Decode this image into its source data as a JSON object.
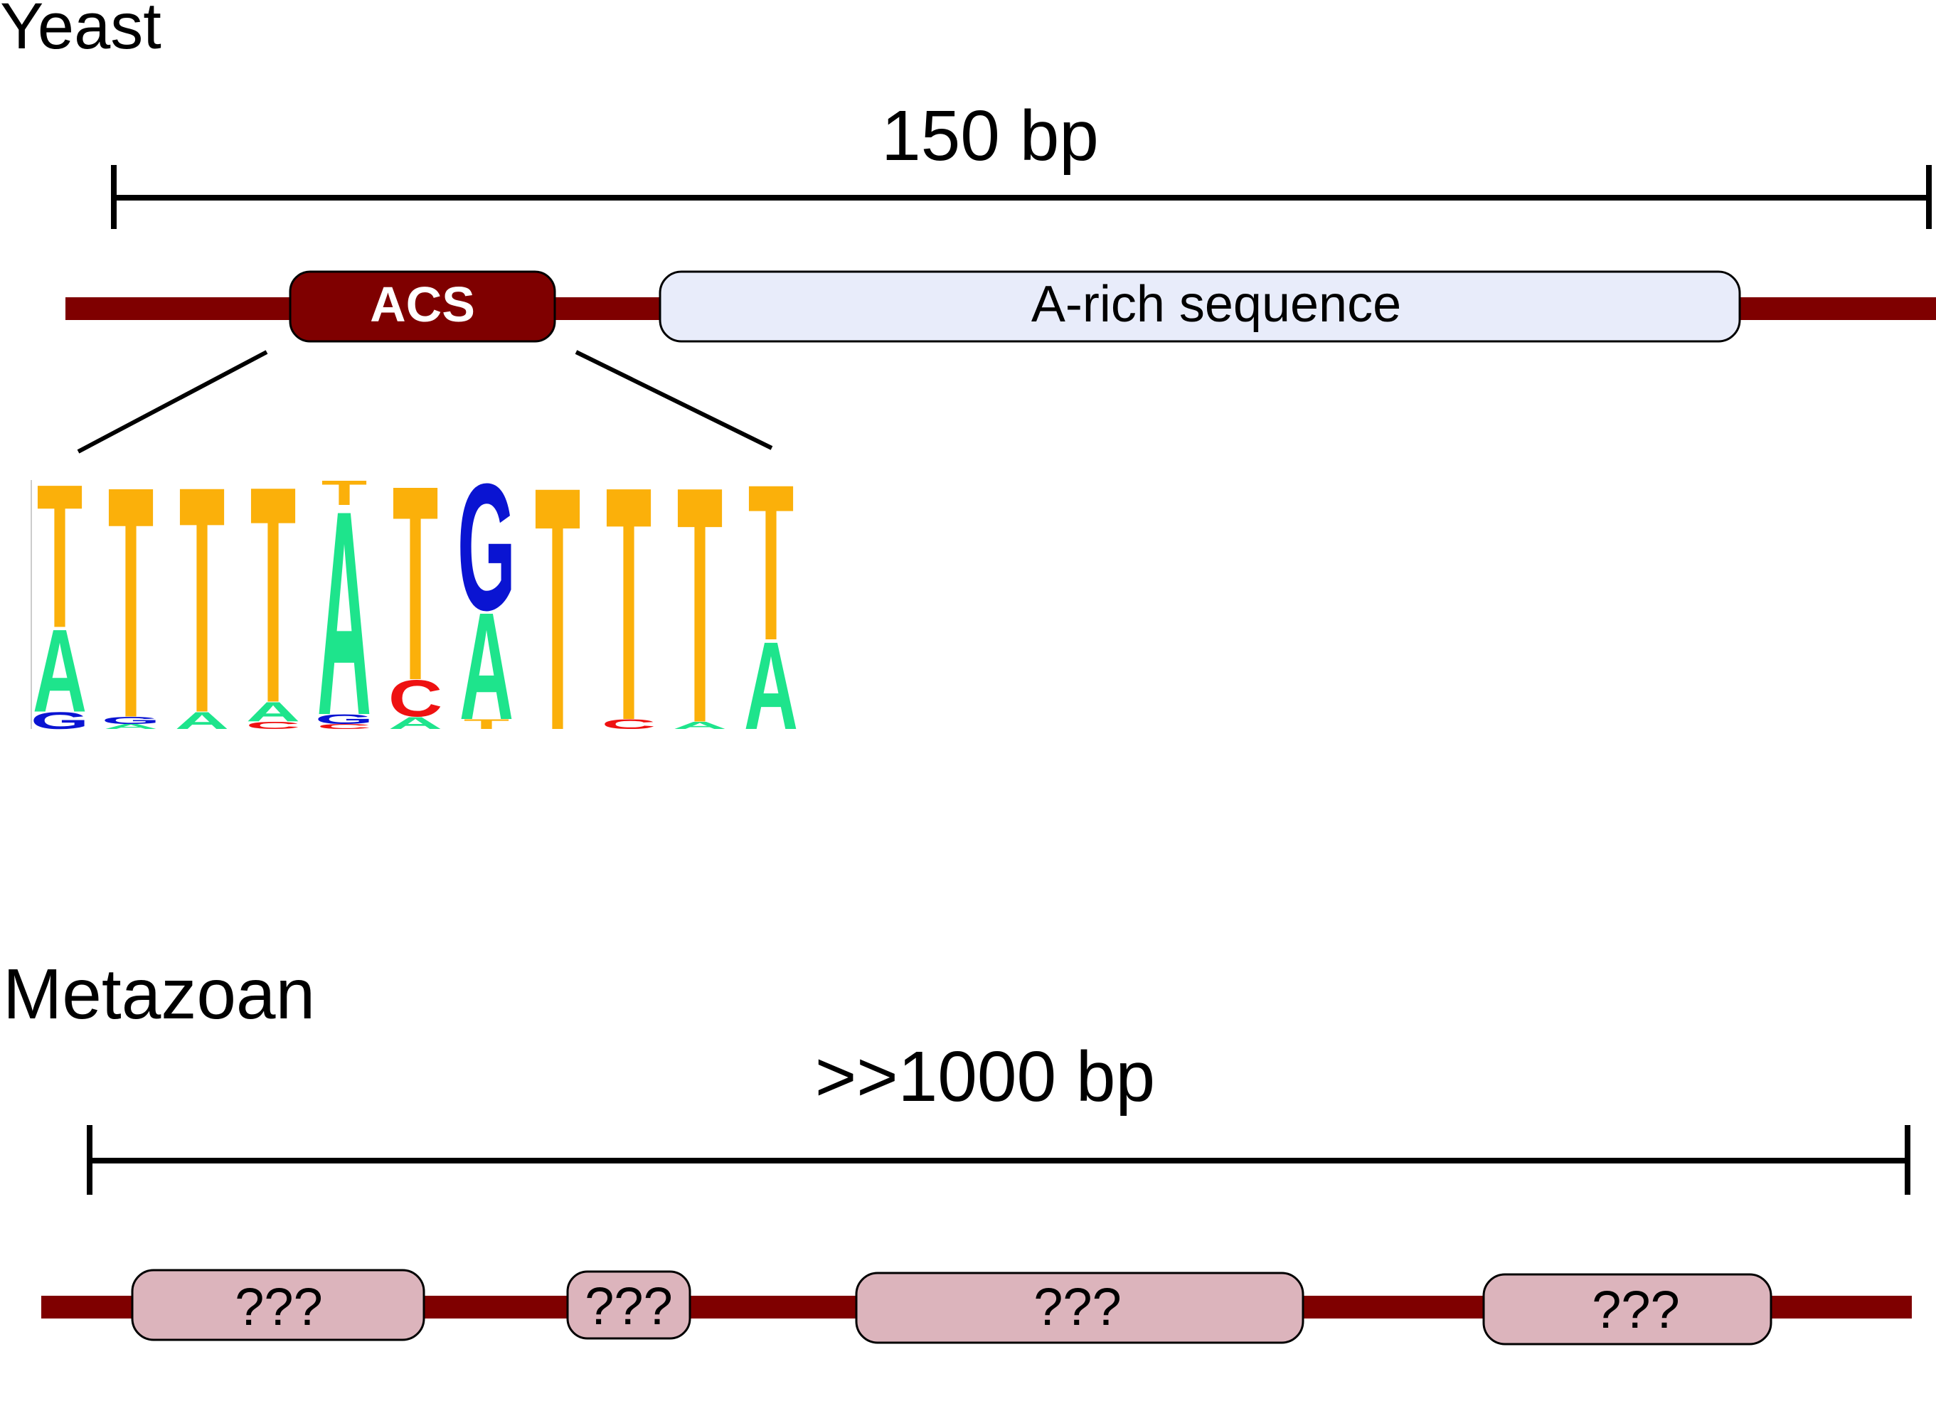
{
  "colors": {
    "dna_strand": "#7f0000",
    "acs_box": "#7f0000",
    "arich_box": "#e8ecfa",
    "unknown_box": "#dcb4bc",
    "line": "#000000",
    "base_A": "#1ee48c",
    "base_C": "#ee1111",
    "base_G": "#0a14d2",
    "base_T": "#fbb00a"
  },
  "yeast": {
    "title": "Yeast",
    "length_label": "150 bp",
    "acs_label": "ACS",
    "arich_label": "A-rich sequence"
  },
  "metazoan": {
    "title": "Metazoan",
    "length_label": ">>1000 bp",
    "unknown_labels": [
      "???",
      "???",
      "???",
      "???"
    ]
  },
  "sequence_logo": {
    "positions": [
      {
        "stack": [
          {
            "base": "G",
            "h": 0.07
          },
          {
            "base": "A",
            "h": 0.34
          },
          {
            "base": "T",
            "h": 0.59
          }
        ]
      },
      {
        "stack": [
          {
            "base": "A",
            "h": 0.02
          },
          {
            "base": "G",
            "h": 0.03
          },
          {
            "base": "T",
            "h": 0.95
          }
        ]
      },
      {
        "stack": [
          {
            "base": "A",
            "h": 0.07
          },
          {
            "base": "T",
            "h": 0.93
          }
        ]
      },
      {
        "stack": [
          {
            "base": "C",
            "h": 0.03
          },
          {
            "base": "A",
            "h": 0.08
          },
          {
            "base": "T",
            "h": 0.89
          }
        ]
      },
      {
        "stack": [
          {
            "base": "C",
            "h": 0.02
          },
          {
            "base": "G",
            "h": 0.04
          },
          {
            "base": "A",
            "h": 0.84
          },
          {
            "base": "T",
            "h": 0.1
          }
        ]
      },
      {
        "stack": [
          {
            "base": "A",
            "h": 0.05
          },
          {
            "base": "C",
            "h": 0.15
          },
          {
            "base": "T",
            "h": 0.8
          }
        ]
      },
      {
        "stack": [
          {
            "base": "T",
            "h": 0.04
          },
          {
            "base": "A",
            "h": 0.44
          },
          {
            "base": "G",
            "h": 0.52
          }
        ]
      },
      {
        "stack": [
          {
            "base": "T",
            "h": 1.0
          }
        ]
      },
      {
        "stack": [
          {
            "base": "C",
            "h": 0.04
          },
          {
            "base": "T",
            "h": 0.96
          }
        ]
      },
      {
        "stack": [
          {
            "base": "A",
            "h": 0.03
          },
          {
            "base": "T",
            "h": 0.97
          }
        ]
      },
      {
        "stack": [
          {
            "base": "A",
            "h": 0.36
          },
          {
            "base": "T",
            "h": 0.64
          }
        ]
      }
    ]
  }
}
